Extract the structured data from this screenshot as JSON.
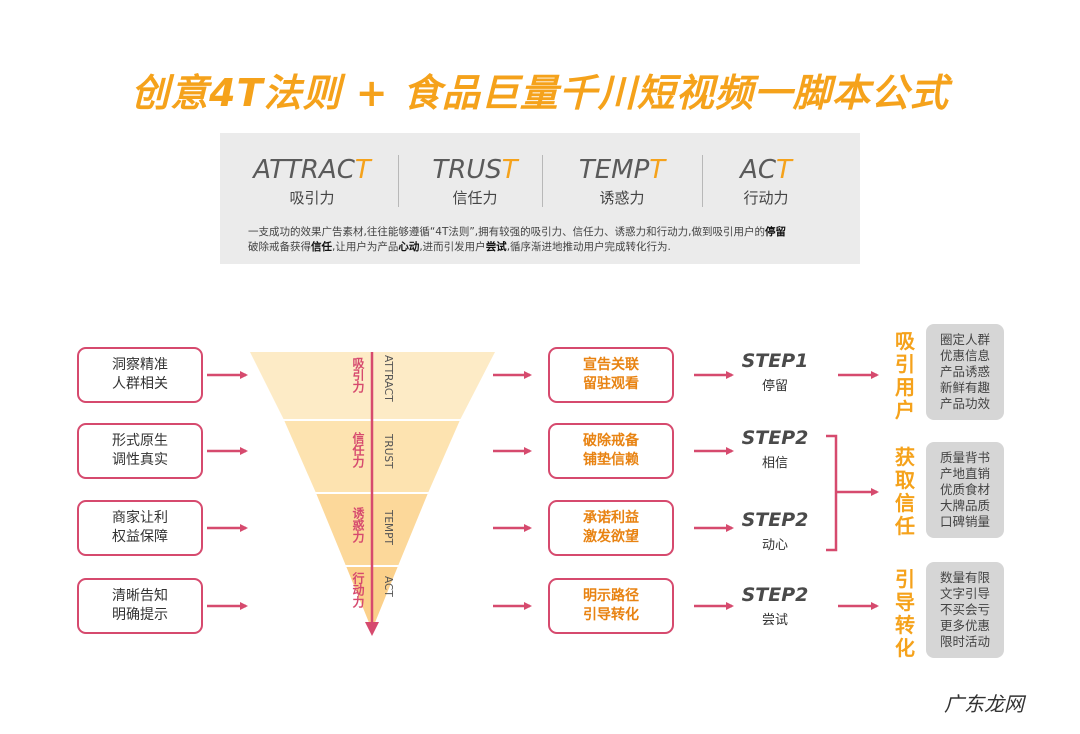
{
  "title": "创意4T法则 + 食品巨量千川短视频一脚本公式",
  "header_cols": [
    {
      "en_main": "ATTRAC",
      "en_last": "T",
      "zh": "吸引力"
    },
    {
      "en_main": "TRUS",
      "en_last": "T",
      "zh": "信任力"
    },
    {
      "en_main": "TEMP",
      "en_last": "T",
      "zh": "诱惑力"
    },
    {
      "en_main": "AC",
      "en_last": "T",
      "zh": "行动力"
    }
  ],
  "description": {
    "p1": "一支成功的效果广告素材,往往能够遵循“4T法则”,拥有较强的吸引力、信任力、诱惑力和行动力,做到吸引用户的",
    "b1": "停留",
    "p2": "破除戒备获得",
    "b2": "信任",
    "p3": ",让用户为产品",
    "b3": "心动",
    "p4": ",进而引发用户",
    "b4": "尝试",
    "p5": ",循序渐进地推动用户完成转化行为."
  },
  "left_boxes": [
    "洞察精准\n人群相关",
    "形式原生\n调性真实",
    "商家让利\n权益保障",
    "清晰告知\n明确提示"
  ],
  "funnel": [
    {
      "zh": "吸引力",
      "en": "ATTRACT"
    },
    {
      "zh": "信任力",
      "en": "TRUST"
    },
    {
      "zh": "诱惑力",
      "en": "TEMPT"
    },
    {
      "zh": "行动力",
      "en": "ACT"
    }
  ],
  "mid_boxes": [
    "宣告关联\n留驻观看",
    "破除戒备\n铺垫信赖",
    "承诺利益\n激发欲望",
    "明示路径\n引导转化"
  ],
  "steps": [
    {
      "label": "STEP1",
      "sub": "停留"
    },
    {
      "label": "STEP2",
      "sub": "相信"
    },
    {
      "label": "STEP2",
      "sub": "动心"
    },
    {
      "label": "STEP2",
      "sub": "尝试"
    }
  ],
  "categories": [
    {
      "name": "吸引用户",
      "items": [
        "圈定人群",
        "优惠信息",
        "产品诱惑",
        "新鲜有趣",
        "产品功效"
      ]
    },
    {
      "name": "获取信任",
      "items": [
        "质量背书",
        "产地直销",
        "优质食材",
        "大牌品质",
        "口碑销量"
      ]
    },
    {
      "name": "引导转化",
      "items": [
        "数量有限",
        "文字引导",
        "不买会亏",
        "更多优惠",
        "限时活动"
      ]
    }
  ],
  "watermark": "广东龙网",
  "colors": {
    "orange": "#f5a21b",
    "pink": "#d64a6e",
    "funnel_light": "#fdebc6",
    "funnel_mid": "#fbd99a",
    "gray_box": "#d6d6d6"
  }
}
